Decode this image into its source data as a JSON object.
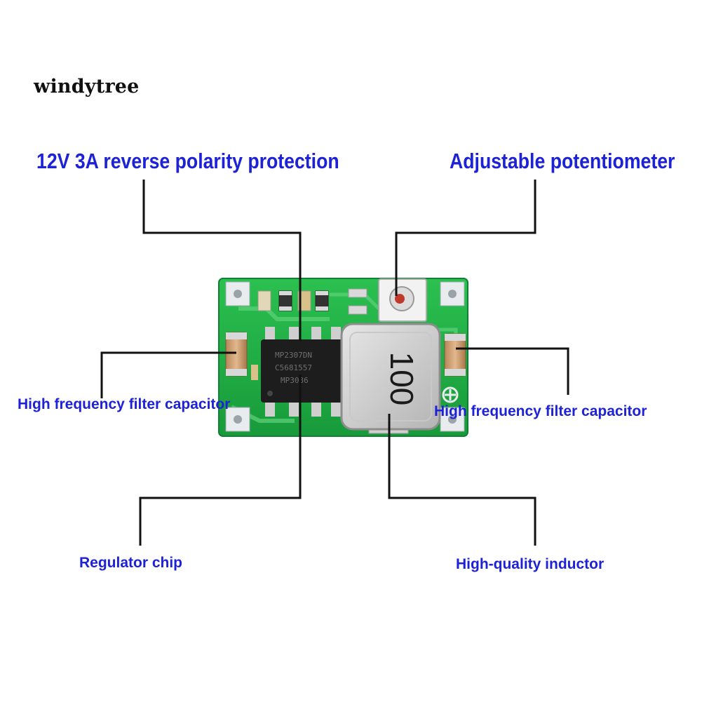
{
  "watermark": "windytree",
  "labels": {
    "protection": "12V 3A reverse polarity protection",
    "potentiometer": "Adjustable potentiometer",
    "cap_left": "High frequency filter capacitor",
    "cap_right": "High frequency filter capacitor",
    "regulator": "Regulator chip",
    "inductor": "High-quality inductor"
  },
  "inductor_marking": "100",
  "colors": {
    "label_blue": "#1e22d6",
    "pcb_green": "#1fae44",
    "leader_line": "#111111"
  }
}
